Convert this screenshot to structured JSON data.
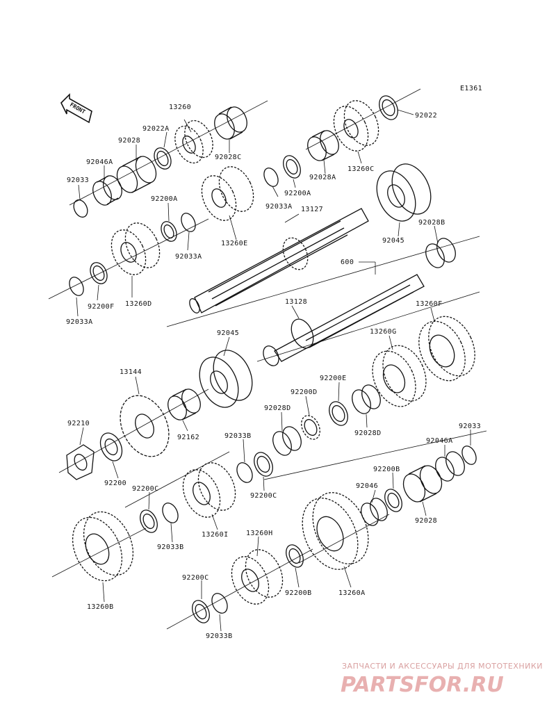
{
  "diagram_code": "E1361",
  "front_label": "FRONT",
  "parts": [
    {
      "id": "p-13260",
      "label": "13260"
    },
    {
      "id": "p-92022A",
      "label": "92022A"
    },
    {
      "id": "p-92028",
      "label": "92028"
    },
    {
      "id": "p-92046A-top",
      "label": "92046A"
    },
    {
      "id": "p-92033-top",
      "label": "92033"
    },
    {
      "id": "p-92028C",
      "label": "92028C"
    },
    {
      "id": "p-92200A-top",
      "label": "92200A"
    },
    {
      "id": "p-92033A-top",
      "label": "92033A"
    },
    {
      "id": "p-92200A-mid",
      "label": "92200A"
    },
    {
      "id": "p-92033A-mid",
      "label": "92033A"
    },
    {
      "id": "p-13260E",
      "label": "13260E"
    },
    {
      "id": "p-13127",
      "label": "13127"
    },
    {
      "id": "p-92028A",
      "label": "92028A"
    },
    {
      "id": "p-13260C",
      "label": "13260C"
    },
    {
      "id": "p-92022",
      "label": "92022"
    },
    {
      "id": "p-92045-top",
      "label": "92045"
    },
    {
      "id": "p-92028B",
      "label": "92028B"
    },
    {
      "id": "p-600",
      "label": "600"
    },
    {
      "id": "p-13260D",
      "label": "13260D"
    },
    {
      "id": "p-92200F",
      "label": "92200F"
    },
    {
      "id": "p-92033A-low",
      "label": "92033A"
    },
    {
      "id": "p-13128",
      "label": "13128"
    },
    {
      "id": "p-13260F",
      "label": "13260F"
    },
    {
      "id": "p-92045-mid",
      "label": "92045"
    },
    {
      "id": "p-13260G",
      "label": "13260G"
    },
    {
      "id": "p-13144",
      "label": "13144"
    },
    {
      "id": "p-92200E",
      "label": "92200E"
    },
    {
      "id": "p-92200D",
      "label": "92200D"
    },
    {
      "id": "p-92028D-left",
      "label": "92028D"
    },
    {
      "id": "p-92028D-right",
      "label": "92028D"
    },
    {
      "id": "p-92162",
      "label": "92162"
    },
    {
      "id": "p-92210",
      "label": "92210"
    },
    {
      "id": "p-92033B-top",
      "label": "92033B"
    },
    {
      "id": "p-92033-right",
      "label": "92033"
    },
    {
      "id": "p-92046A-right",
      "label": "92046A"
    },
    {
      "id": "p-92200",
      "label": "92200"
    },
    {
      "id": "p-92200C-left",
      "label": "92200C"
    },
    {
      "id": "p-92200C-mid",
      "label": "92200C"
    },
    {
      "id": "p-92200B-right",
      "label": "92200B"
    },
    {
      "id": "p-92046",
      "label": "92046"
    },
    {
      "id": "p-92028-right",
      "label": "92028"
    },
    {
      "id": "p-92033B-mid",
      "label": "92033B"
    },
    {
      "id": "p-13260I",
      "label": "13260I"
    },
    {
      "id": "p-13260H",
      "label": "13260H"
    },
    {
      "id": "p-13260B",
      "label": "13260B"
    },
    {
      "id": "p-92200B-low",
      "label": "92200B"
    },
    {
      "id": "p-13260A",
      "label": "13260A"
    },
    {
      "id": "p-92200C-low",
      "label": "92200C"
    },
    {
      "id": "p-92033B-low",
      "label": "92033B"
    }
  ],
  "watermark": {
    "tagline": "ЗАПЧАСТИ И АКСЕССУАРЫ ДЛЯ МОТОТЕХНИКИ",
    "logo": "PARTSFOR.RU"
  }
}
